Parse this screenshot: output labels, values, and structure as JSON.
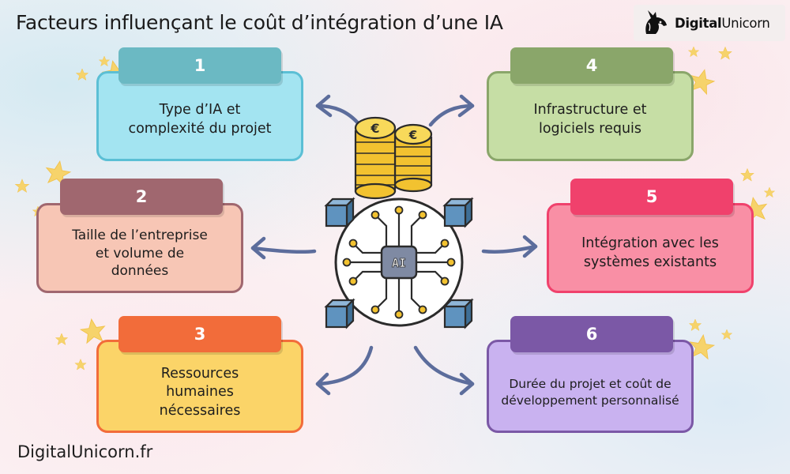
{
  "title": "Facteurs influençant le coût d’intégration d’une IA",
  "logo": {
    "bold": "Digital",
    "light": "Unicorn",
    "icon": "unicorn-head-icon"
  },
  "footer": {
    "site": "DigitalUnicorn.fr"
  },
  "center": {
    "chip_label": "AI",
    "icon": "ai-circuit-chip-icon",
    "coins_icon": "euro-coins-stack-icon",
    "coin_symbol": "€"
  },
  "colors": {
    "arrow": "#5c6d9c",
    "star": "#f6d36b"
  },
  "factors": [
    {
      "number": "1",
      "label": "Type d’IA et complexité du projet",
      "tab_color": "#6bb9c3",
      "card_color": "#a3e4f1",
      "border_color": "#5bbfd5"
    },
    {
      "number": "2",
      "label": "Taille de l’entreprise et volume de données",
      "tab_color": "#a0676f",
      "card_color": "#f7c6b5",
      "border_color": "#a0676f"
    },
    {
      "number": "3",
      "label": "Ressources humaines nécessaires",
      "tab_color": "#f26c3a",
      "card_color": "#fbd468",
      "border_color": "#f26c3a"
    },
    {
      "number": "4",
      "label": "Infrastructure et logiciels requis",
      "tab_color": "#8aa66a",
      "card_color": "#c6dea5",
      "border_color": "#8aa66a"
    },
    {
      "number": "5",
      "label": "Intégration avec les systèmes existants",
      "tab_color": "#f0416c",
      "card_color": "#f98fa5",
      "border_color": "#f0416c"
    },
    {
      "number": "6",
      "label": "Durée du projet et coût de développement personnalisé",
      "tab_color": "#7b58a6",
      "card_color": "#c9b2f0",
      "border_color": "#7b58a6"
    }
  ]
}
